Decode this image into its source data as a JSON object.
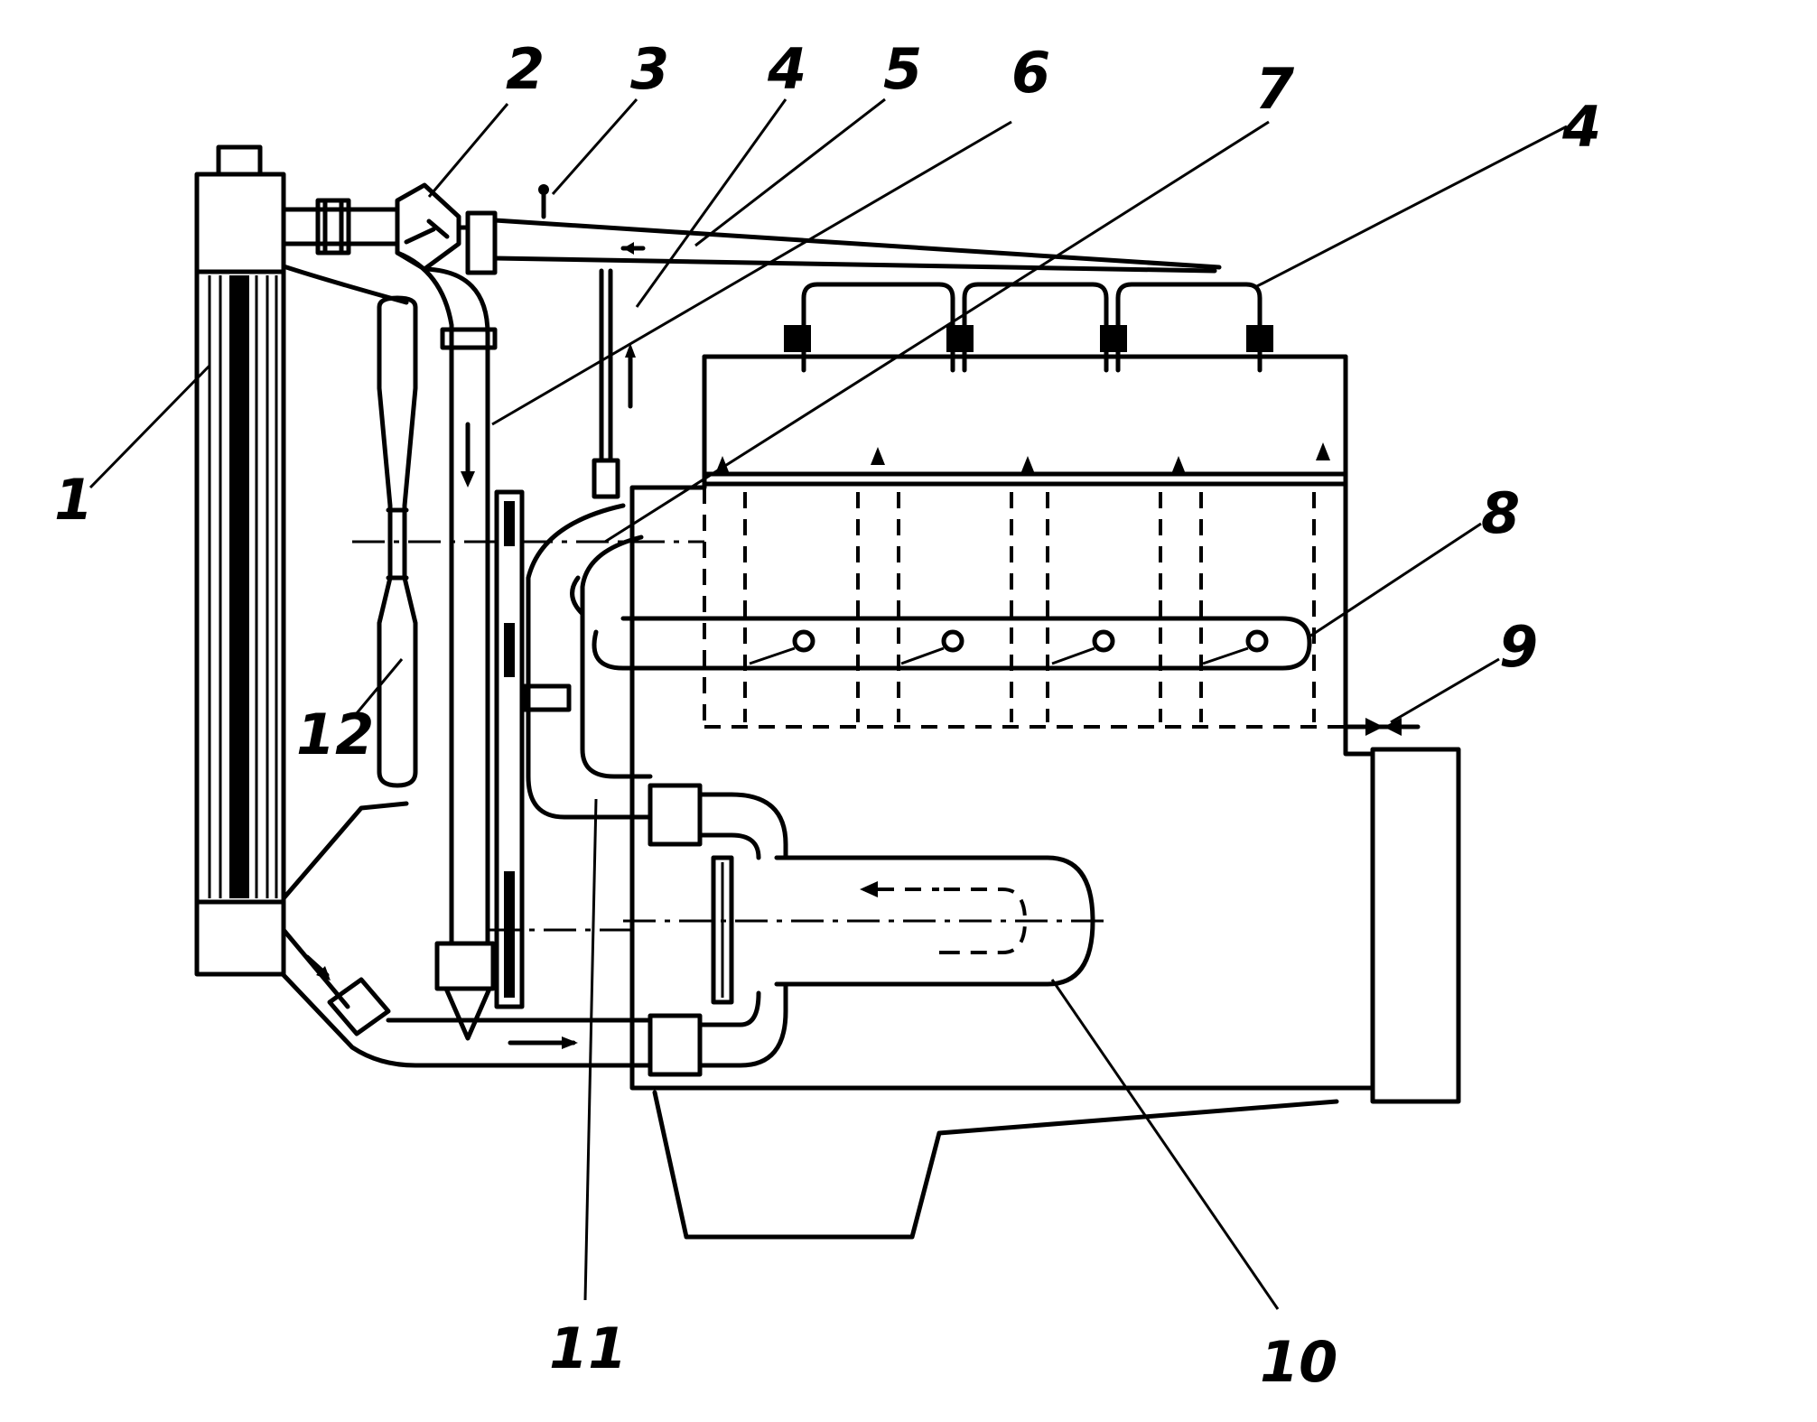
{
  "labels": {
    "l1": "1",
    "l2": "2",
    "l3": "3",
    "l4a": "4",
    "l5": "5",
    "l6": "6",
    "l7": "7",
    "l4b": "4",
    "l8": "8",
    "l9": "9",
    "l10": "10",
    "l11": "11",
    "l12": "12"
  }
}
